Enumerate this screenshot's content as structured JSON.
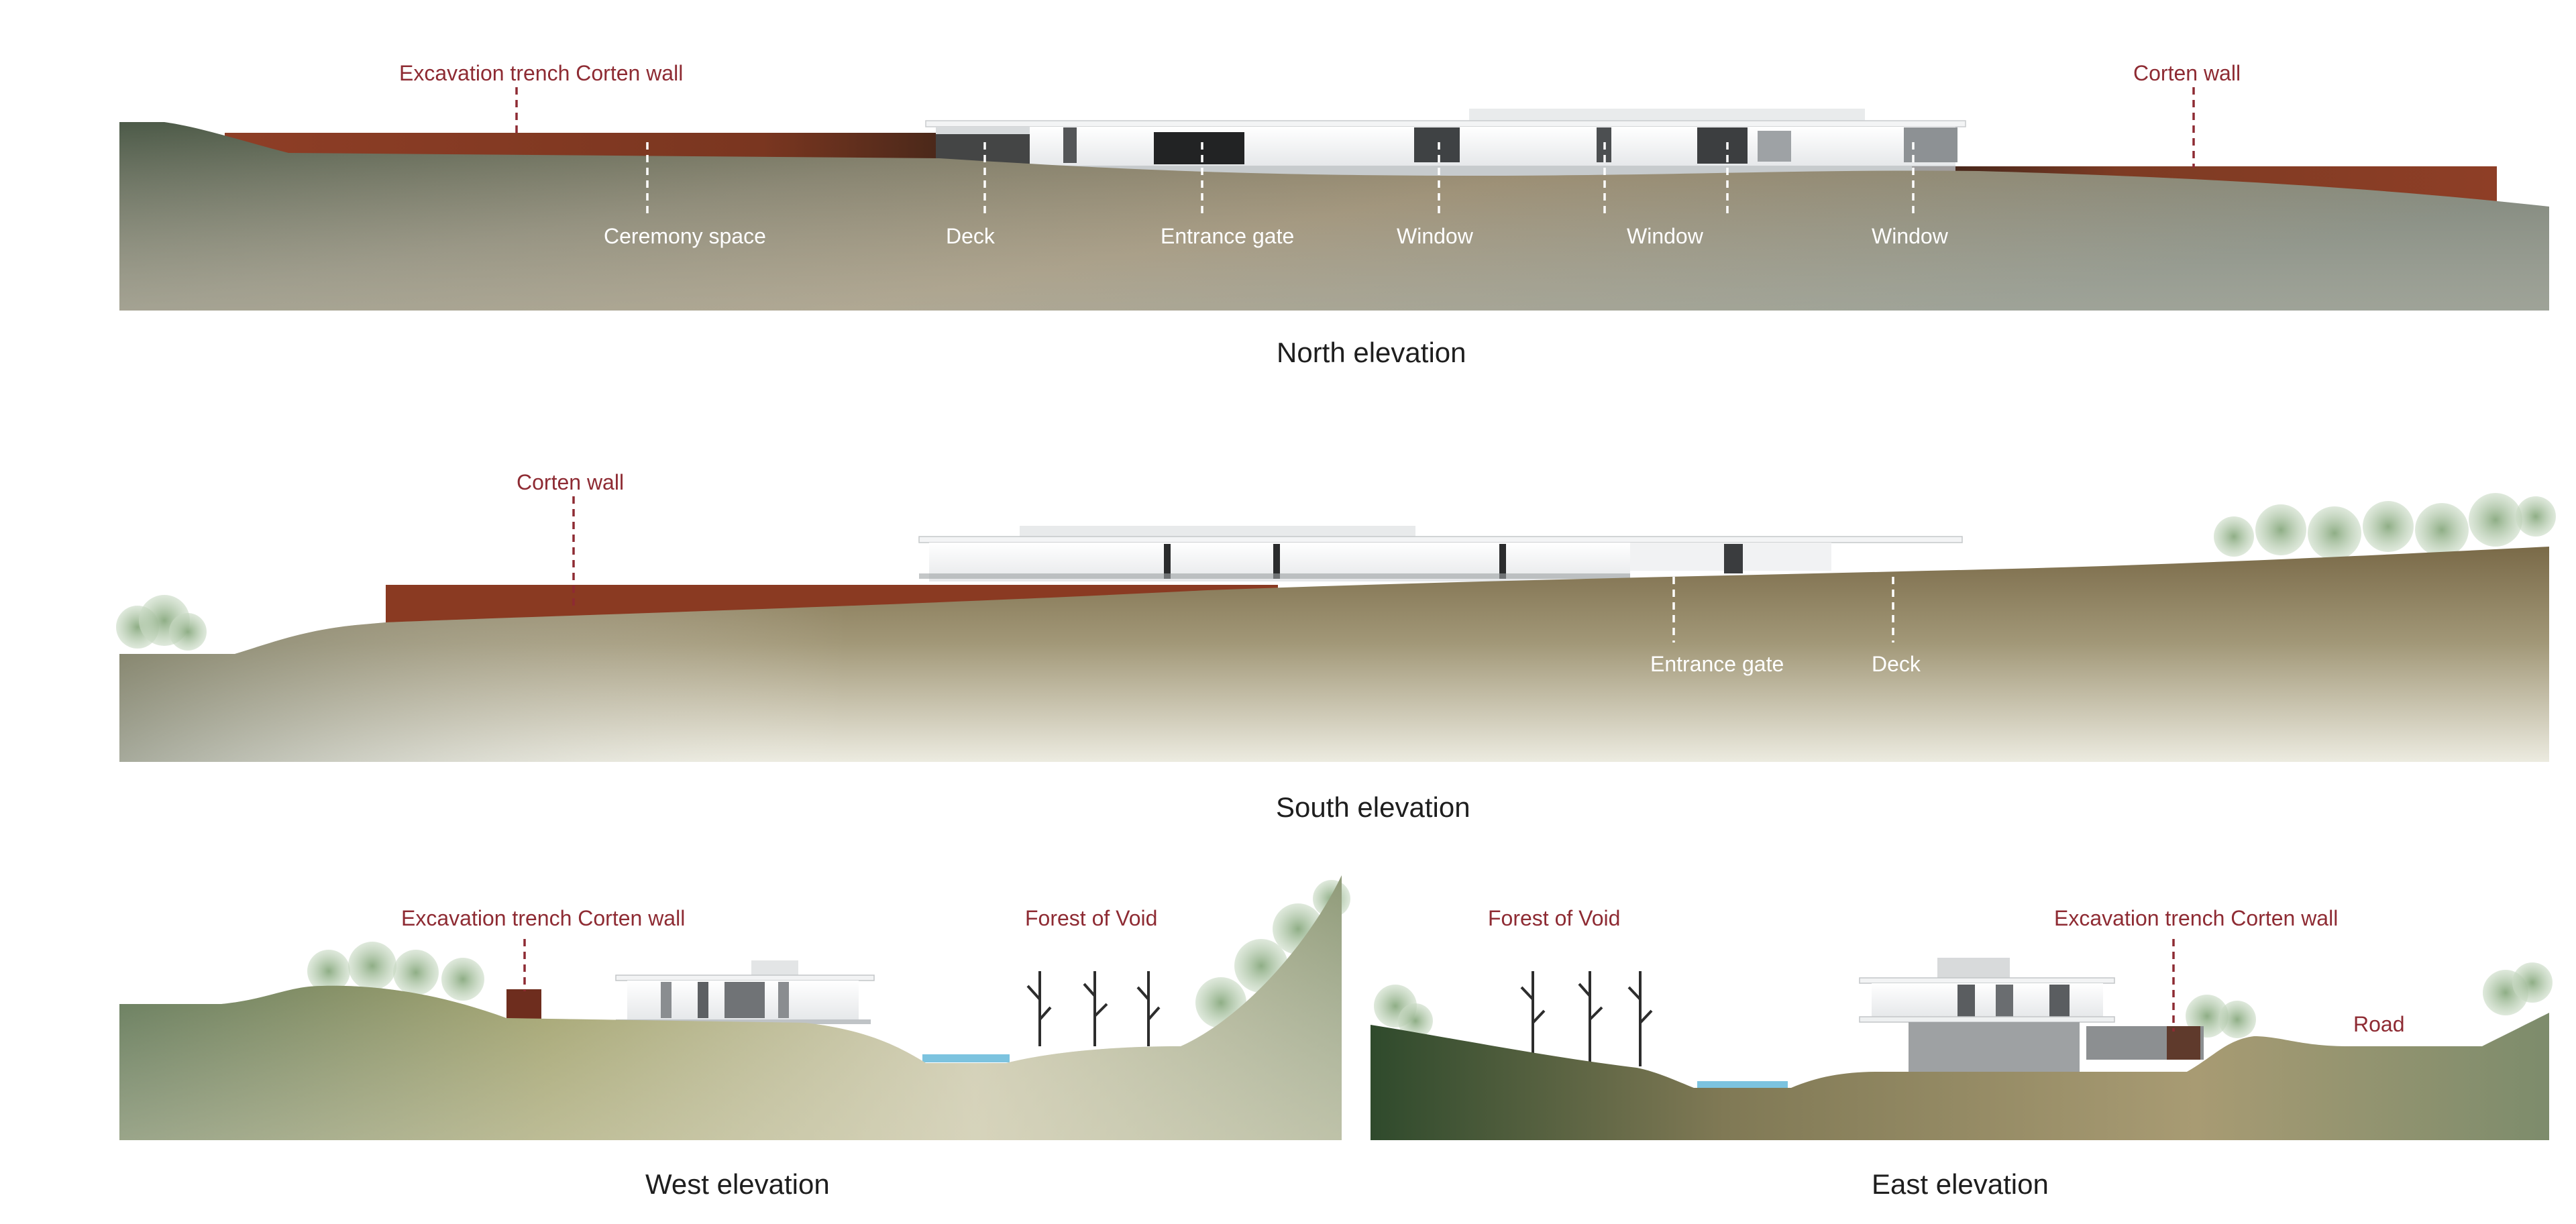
{
  "colors": {
    "annotation_red": "#8e2b33",
    "annotation_white": "#ffffff",
    "corten": "#8a3a22",
    "water": "#7cc3df",
    "title": "#1e1e1e"
  },
  "north": {
    "title": "North elevation",
    "labels": {
      "excavation_trench": "Excavation trench Corten wall",
      "corten_wall": "Corten wall",
      "ceremony_space": "Ceremony space",
      "deck": "Deck",
      "entrance_gate": "Entrance gate",
      "window_1": "Window",
      "window_2": "Window",
      "window_3": "Window"
    }
  },
  "south": {
    "title": "South elevation",
    "labels": {
      "corten_wall": "Corten wall",
      "entrance_gate": "Entrance gate",
      "deck": "Deck"
    }
  },
  "west": {
    "title": "West elevation",
    "labels": {
      "excavation_trench": "Excavation trench Corten wall",
      "forest_of_void": "Forest of Void"
    }
  },
  "east": {
    "title": "East elevation",
    "labels": {
      "forest_of_void": "Forest of Void",
      "excavation_trench": "Excavation trench Corten wall",
      "road": "Road"
    }
  }
}
